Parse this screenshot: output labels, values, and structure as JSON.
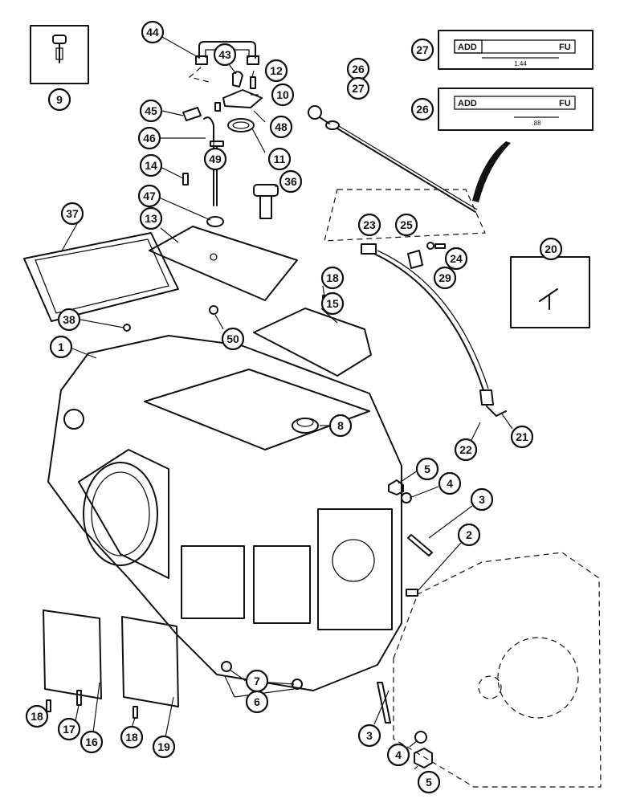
{
  "dipstick_gauges": [
    {
      "callout": "27",
      "add_label": "ADD",
      "full_label": "FU",
      "dimension": "1.44"
    },
    {
      "callout": "26",
      "add_label": "ADD",
      "full_label": "FU",
      "dimension": ".88"
    }
  ],
  "callouts": [
    {
      "label": "9"
    },
    {
      "label": "44"
    },
    {
      "label": "43"
    },
    {
      "label": "12"
    },
    {
      "label": "10"
    },
    {
      "label": "45"
    },
    {
      "label": "48"
    },
    {
      "label": "46"
    },
    {
      "label": "49"
    },
    {
      "label": "11"
    },
    {
      "label": "14"
    },
    {
      "label": "36"
    },
    {
      "label": "47"
    },
    {
      "label": "37"
    },
    {
      "label": "13"
    },
    {
      "label": "26"
    },
    {
      "label": "27"
    },
    {
      "label": "27"
    },
    {
      "label": "26"
    },
    {
      "label": "23"
    },
    {
      "label": "25"
    },
    {
      "label": "24"
    },
    {
      "label": "29"
    },
    {
      "label": "20"
    },
    {
      "label": "18"
    },
    {
      "label": "15"
    },
    {
      "label": "38"
    },
    {
      "label": "50"
    },
    {
      "label": "1"
    },
    {
      "label": "8"
    },
    {
      "label": "21"
    },
    {
      "label": "22"
    },
    {
      "label": "5"
    },
    {
      "label": "4"
    },
    {
      "label": "3"
    },
    {
      "label": "2"
    },
    {
      "label": "7"
    },
    {
      "label": "6"
    },
    {
      "label": "18"
    },
    {
      "label": "17"
    },
    {
      "label": "16"
    },
    {
      "label": "18"
    },
    {
      "label": "19"
    },
    {
      "label": "3"
    },
    {
      "label": "4"
    },
    {
      "label": "5"
    }
  ]
}
